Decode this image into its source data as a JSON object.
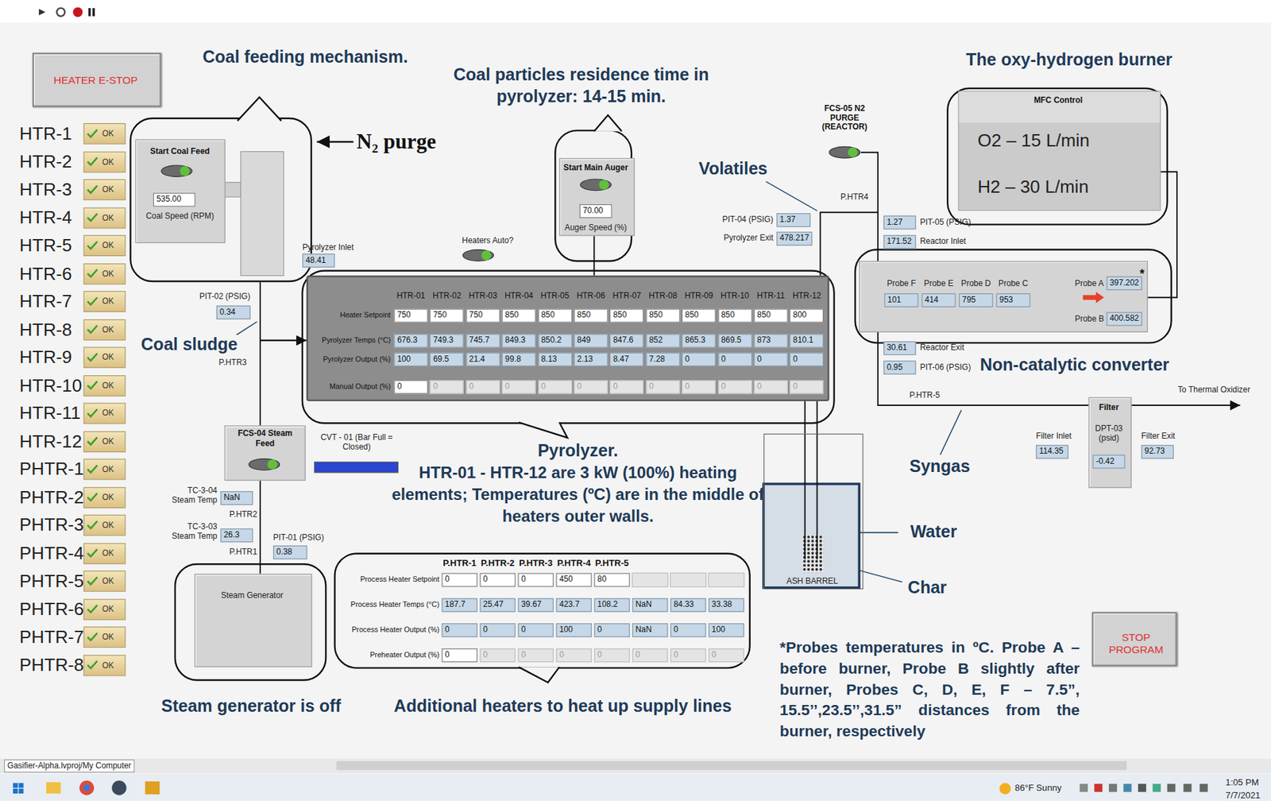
{
  "diagram": {
    "nodes": [
      {
        "text": [
          "HEATER E-STOP"
        ]
      },
      {
        "text": [
          "Coal feeding mechanism."
        ]
      },
      {
        "text": [
          "Start Coal Feed",
          "535.00",
          "Coal Speed (RPM)"
        ],
        "in": 1
      },
      {
        "text": [
          "Coal particles residence time in pyrolyzer: 14-15 min."
        ]
      },
      {
        "text": [
          "Start Main Auger",
          "70.00",
          "Auger Speed (%)"
        ],
        "in": 3
      },
      {
        "text": [
          "The oxy-hydrogen burner"
        ]
      },
      {
        "text": [
          "MFC Control",
          "O2 – 15 L/min",
          "H2 – 30 L/min"
        ],
        "in": 5
      },
      {
        "text": [
          "Pyrolyzer.",
          "HTR-01 - HTR-12 are 3 kW (100%) heating elements; Temperatures (ºC) are in the middle of heaters outer walls."
        ]
      },
      {
        "text": [
          "HTR-01",
          "HTR-02",
          "HTR-03",
          "HTR-04",
          "HTR-05",
          "HTR-06",
          "HTR-07",
          "HTR-08",
          "HTR-09",
          "HTR-10",
          "HTR-11",
          "HTR-12",
          "Heater Setpoint",
          "Pyrolyzer Temps (°C)",
          "Pyrolyzer Output (%)",
          "Manual Output (%)",
          "750",
          "750",
          "750",
          "850",
          "850",
          "850",
          "850",
          "850",
          "850",
          "850",
          "850",
          "800",
          "676.3",
          "749.3",
          "745.7",
          "849.3",
          "850.2",
          "849",
          "847.6",
          "852",
          "865.3",
          "869.5",
          "873",
          "810.1",
          "100",
          "69.5",
          "21.4",
          "99.8",
          "8.13",
          "2.13",
          "8.47",
          "7.28",
          "0",
          "0",
          "0",
          "0",
          "0",
          "0",
          "0",
          "0",
          "0",
          "0",
          "0",
          "0",
          "0",
          "0",
          "0",
          "0"
        ],
        "in": 7
      },
      {
        "text": [
          "Non-catalytic converter"
        ]
      },
      {
        "text": [
          "Probe F",
          "Probe E",
          "Probe D",
          "Probe C",
          "101",
          "414",
          "795",
          "953",
          "Probe A",
          "397.202",
          "*",
          "Probe B",
          "400.582"
        ],
        "in": 9
      },
      {
        "text": [
          "FCS-04 Steam Feed"
        ]
      },
      {
        "text": [
          "ASH BARREL"
        ]
      },
      {
        "text": [
          "Filter",
          "DPT-03 (psid)",
          "-0.42"
        ]
      },
      {
        "text": [
          "Steam generator is off"
        ]
      },
      {
        "text": [
          "Steam Generator"
        ],
        "in": 14
      },
      {
        "text": [
          "Additional heaters to heat up supply lines"
        ]
      },
      {
        "text": [
          "P.HTR-1",
          "P.HTR-2",
          "P.HTR-3",
          "P.HTR-4",
          "P.HTR-5",
          "Process Heater Setpoint",
          "Process Heater Temps (°C)",
          "Process Heater Output (%)",
          "Preheater Output (%)",
          "0",
          "0",
          "0",
          "450",
          "80",
          "187.7",
          "25.47",
          "39.67",
          "423.7",
          "108.2",
          "NaN",
          "84.33",
          "33.38",
          "0",
          "0",
          "0",
          "100",
          "0",
          "NaN",
          "0",
          "100",
          "0",
          "0",
          "0",
          "0",
          "0",
          "0",
          "0",
          "0"
        ],
        "in": 16
      },
      {
        "text": [
          "STOP PROGRAM"
        ]
      }
    ],
    "edges": [
      {
        "from": 1,
        "to": 8,
        "arrow": "to"
      },
      {
        "from": 11,
        "to": 8,
        "arrow": "to"
      },
      {
        "from": 15,
        "to": 11,
        "arrow": "none"
      },
      {
        "from": 4,
        "to": 8,
        "arrow": "none"
      },
      {
        "from": 8,
        "to": 10,
        "arrow": "none"
      },
      {
        "from": 6,
        "to": 10,
        "arrow": "none"
      },
      {
        "from": 10,
        "to": 13,
        "arrow": "none"
      },
      {
        "from": 8,
        "to": 12,
        "arrow": "none"
      }
    ],
    "labels": [
      "HTR-1",
      "HTR-2",
      "HTR-3",
      "HTR-4",
      "HTR-5",
      "HTR-6",
      "HTR-7",
      "HTR-8",
      "HTR-9",
      "HTR-10",
      "HTR-11",
      "HTR-12",
      "PHTR-1",
      "PHTR-2",
      "PHTR-3",
      "PHTR-4",
      "PHTR-5",
      "PHTR-6",
      "PHTR-7",
      "PHTR-8",
      "OK",
      "OK",
      "OK",
      "OK",
      "OK",
      "OK",
      "OK",
      "OK",
      "OK",
      "OK",
      "OK",
      "OK",
      "OK",
      "OK",
      "OK",
      "OK",
      "OK",
      "OK",
      "OK",
      "OK",
      "N₂ purge",
      "Coal sludge",
      "P.HTR3",
      "PIT-02 (PSIG)",
      "0.34",
      "Pyrolyzer Inlet",
      "48.41",
      "Heaters Auto?",
      "Volatiles",
      "FCS-05 N2 PURGE (REACTOR)",
      "PIT-04 (PSIG)",
      "1.37",
      "Pyrolyzer Exit",
      "478.217",
      "P.HTR4",
      "1.27",
      "PIT-05 (PSIG)",
      "171.52",
      "Reactor Inlet",
      "30.61",
      "Reactor Exit",
      "0.95",
      "PIT-06 (PSIG)",
      "P.HTR-5",
      "Syngas",
      "To Thermal Oxidizer",
      "Filter Inlet",
      "114.35",
      "Filter Exit",
      "92.73",
      "Water",
      "Char",
      "CVT - 01 (Bar Full = Closed)",
      "TC-3-04 Steam Temp",
      "NaN",
      "P.HTR2",
      "TC-3-03 Steam Temp",
      "26.3",
      "P.HTR1",
      "PIT-01 (PSIG)",
      "0.38",
      "*Probes temperatures in ºC.  Probe A –before burner, Probe B slightly after burner, Probes C, D, E, F – 7.5”, 15.5’’,23.5’’,31.5” distances from the burner, respectively",
      "Gasifier-Alpha.lvproj/My Computer",
      "86°F Sunny",
      "1:05 PM",
      "7/7/2021"
    ]
  }
}
